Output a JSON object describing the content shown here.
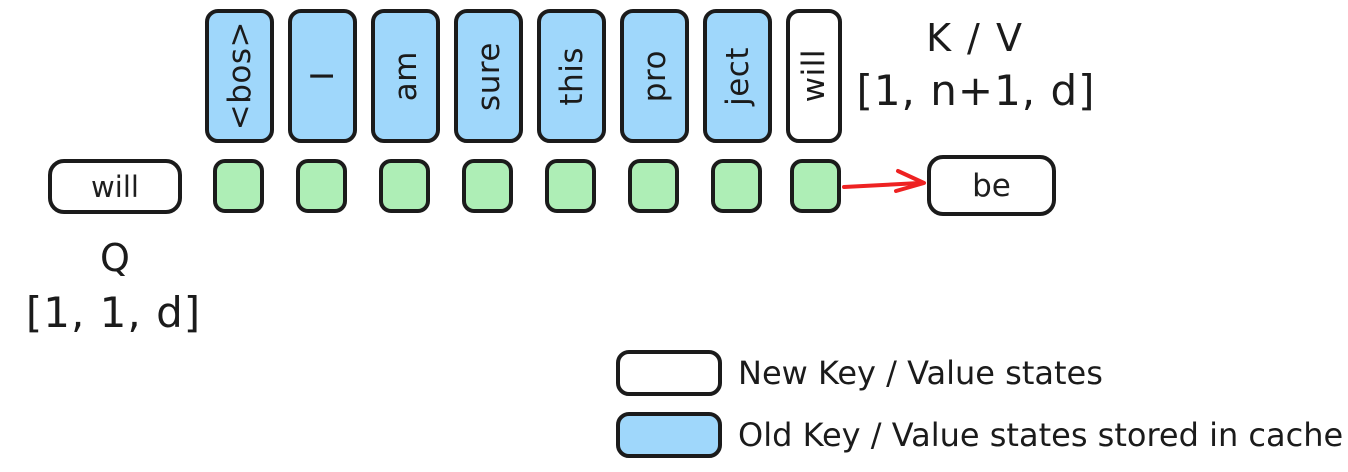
{
  "diagram": {
    "title": "KV cache attention step",
    "colors": {
      "cached_fill": "#9fd7fb",
      "output_fill": "#aeeeb6",
      "new_fill": "#ffffff",
      "stroke": "#1b1b1b",
      "arrow": "#ee2222"
    }
  },
  "kv_row": {
    "tokens": [
      {
        "label": "<bos>",
        "state": "old"
      },
      {
        "label": "I",
        "state": "old"
      },
      {
        "label": "am",
        "state": "old"
      },
      {
        "label": "sure",
        "state": "old"
      },
      {
        "label": "this",
        "state": "old"
      },
      {
        "label": "pro",
        "state": "old"
      },
      {
        "label": "ject",
        "state": "old"
      },
      {
        "label": "will",
        "state": "new"
      }
    ],
    "annotation_title": "K / V",
    "annotation_shape": "[1, n+1, d]"
  },
  "output_row": {
    "cells": [
      "",
      "",
      "",
      "",
      "",
      "",
      "",
      ""
    ]
  },
  "query": {
    "token": "will",
    "annotation_title": "Q",
    "annotation_shape": "[1, 1, d]"
  },
  "result": {
    "token": "be"
  },
  "arrow": {
    "name": "prediction-arrow",
    "color": "#ee2222"
  },
  "legend": {
    "items": [
      {
        "swatch": "white",
        "text": "New Key / Value states"
      },
      {
        "swatch": "blue",
        "text": "Old Key / Value states stored in cache"
      }
    ]
  }
}
